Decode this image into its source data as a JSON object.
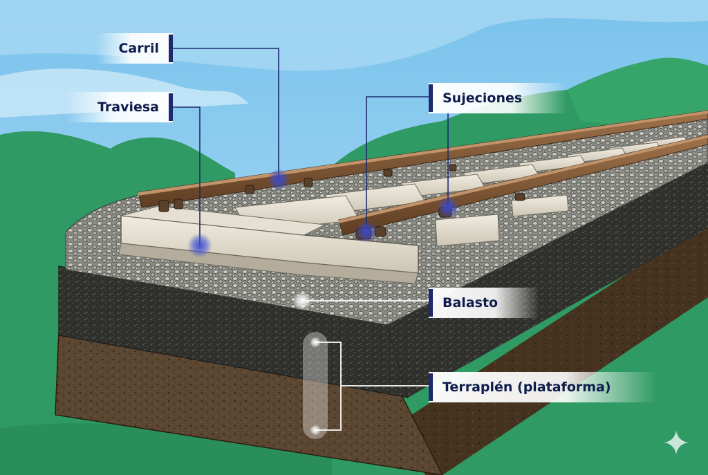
{
  "labels": {
    "carril": "Carril",
    "traviesa": "Traviesa",
    "sujeciones": "Sujeciones",
    "balasto": "Balasto",
    "terraplen": "Terraplén (plataforma)"
  },
  "colors": {
    "sky": "#7fc4ea",
    "hills": "#2f9a63",
    "label_text": "#0e1d4c",
    "leader_line": "#1d2a6e"
  },
  "icons": {
    "watermark": "sparkle-icon"
  }
}
